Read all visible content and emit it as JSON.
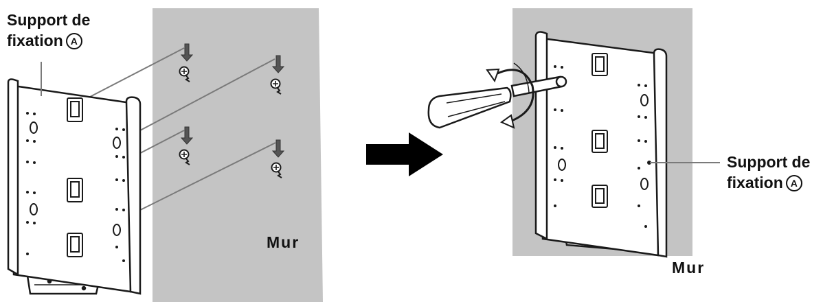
{
  "labels": {
    "bracket_left": {
      "line1": "Support de",
      "line2": "fixation",
      "mark": "A"
    },
    "bracket_right": {
      "line1": "Support de",
      "line2": "fixation",
      "mark": "A"
    },
    "wall_left": "Mur",
    "wall_right": "Mur"
  },
  "colors": {
    "wall": "#c4c4c4",
    "bracket_fill": "#ffffff",
    "stroke": "#1a1a1a",
    "arrow": "#000000",
    "guide_line": "#7a7a7a"
  },
  "icons": [
    "screw-icon",
    "screwdriver-icon",
    "rotation-arrow-icon",
    "right-arrow-icon"
  ]
}
